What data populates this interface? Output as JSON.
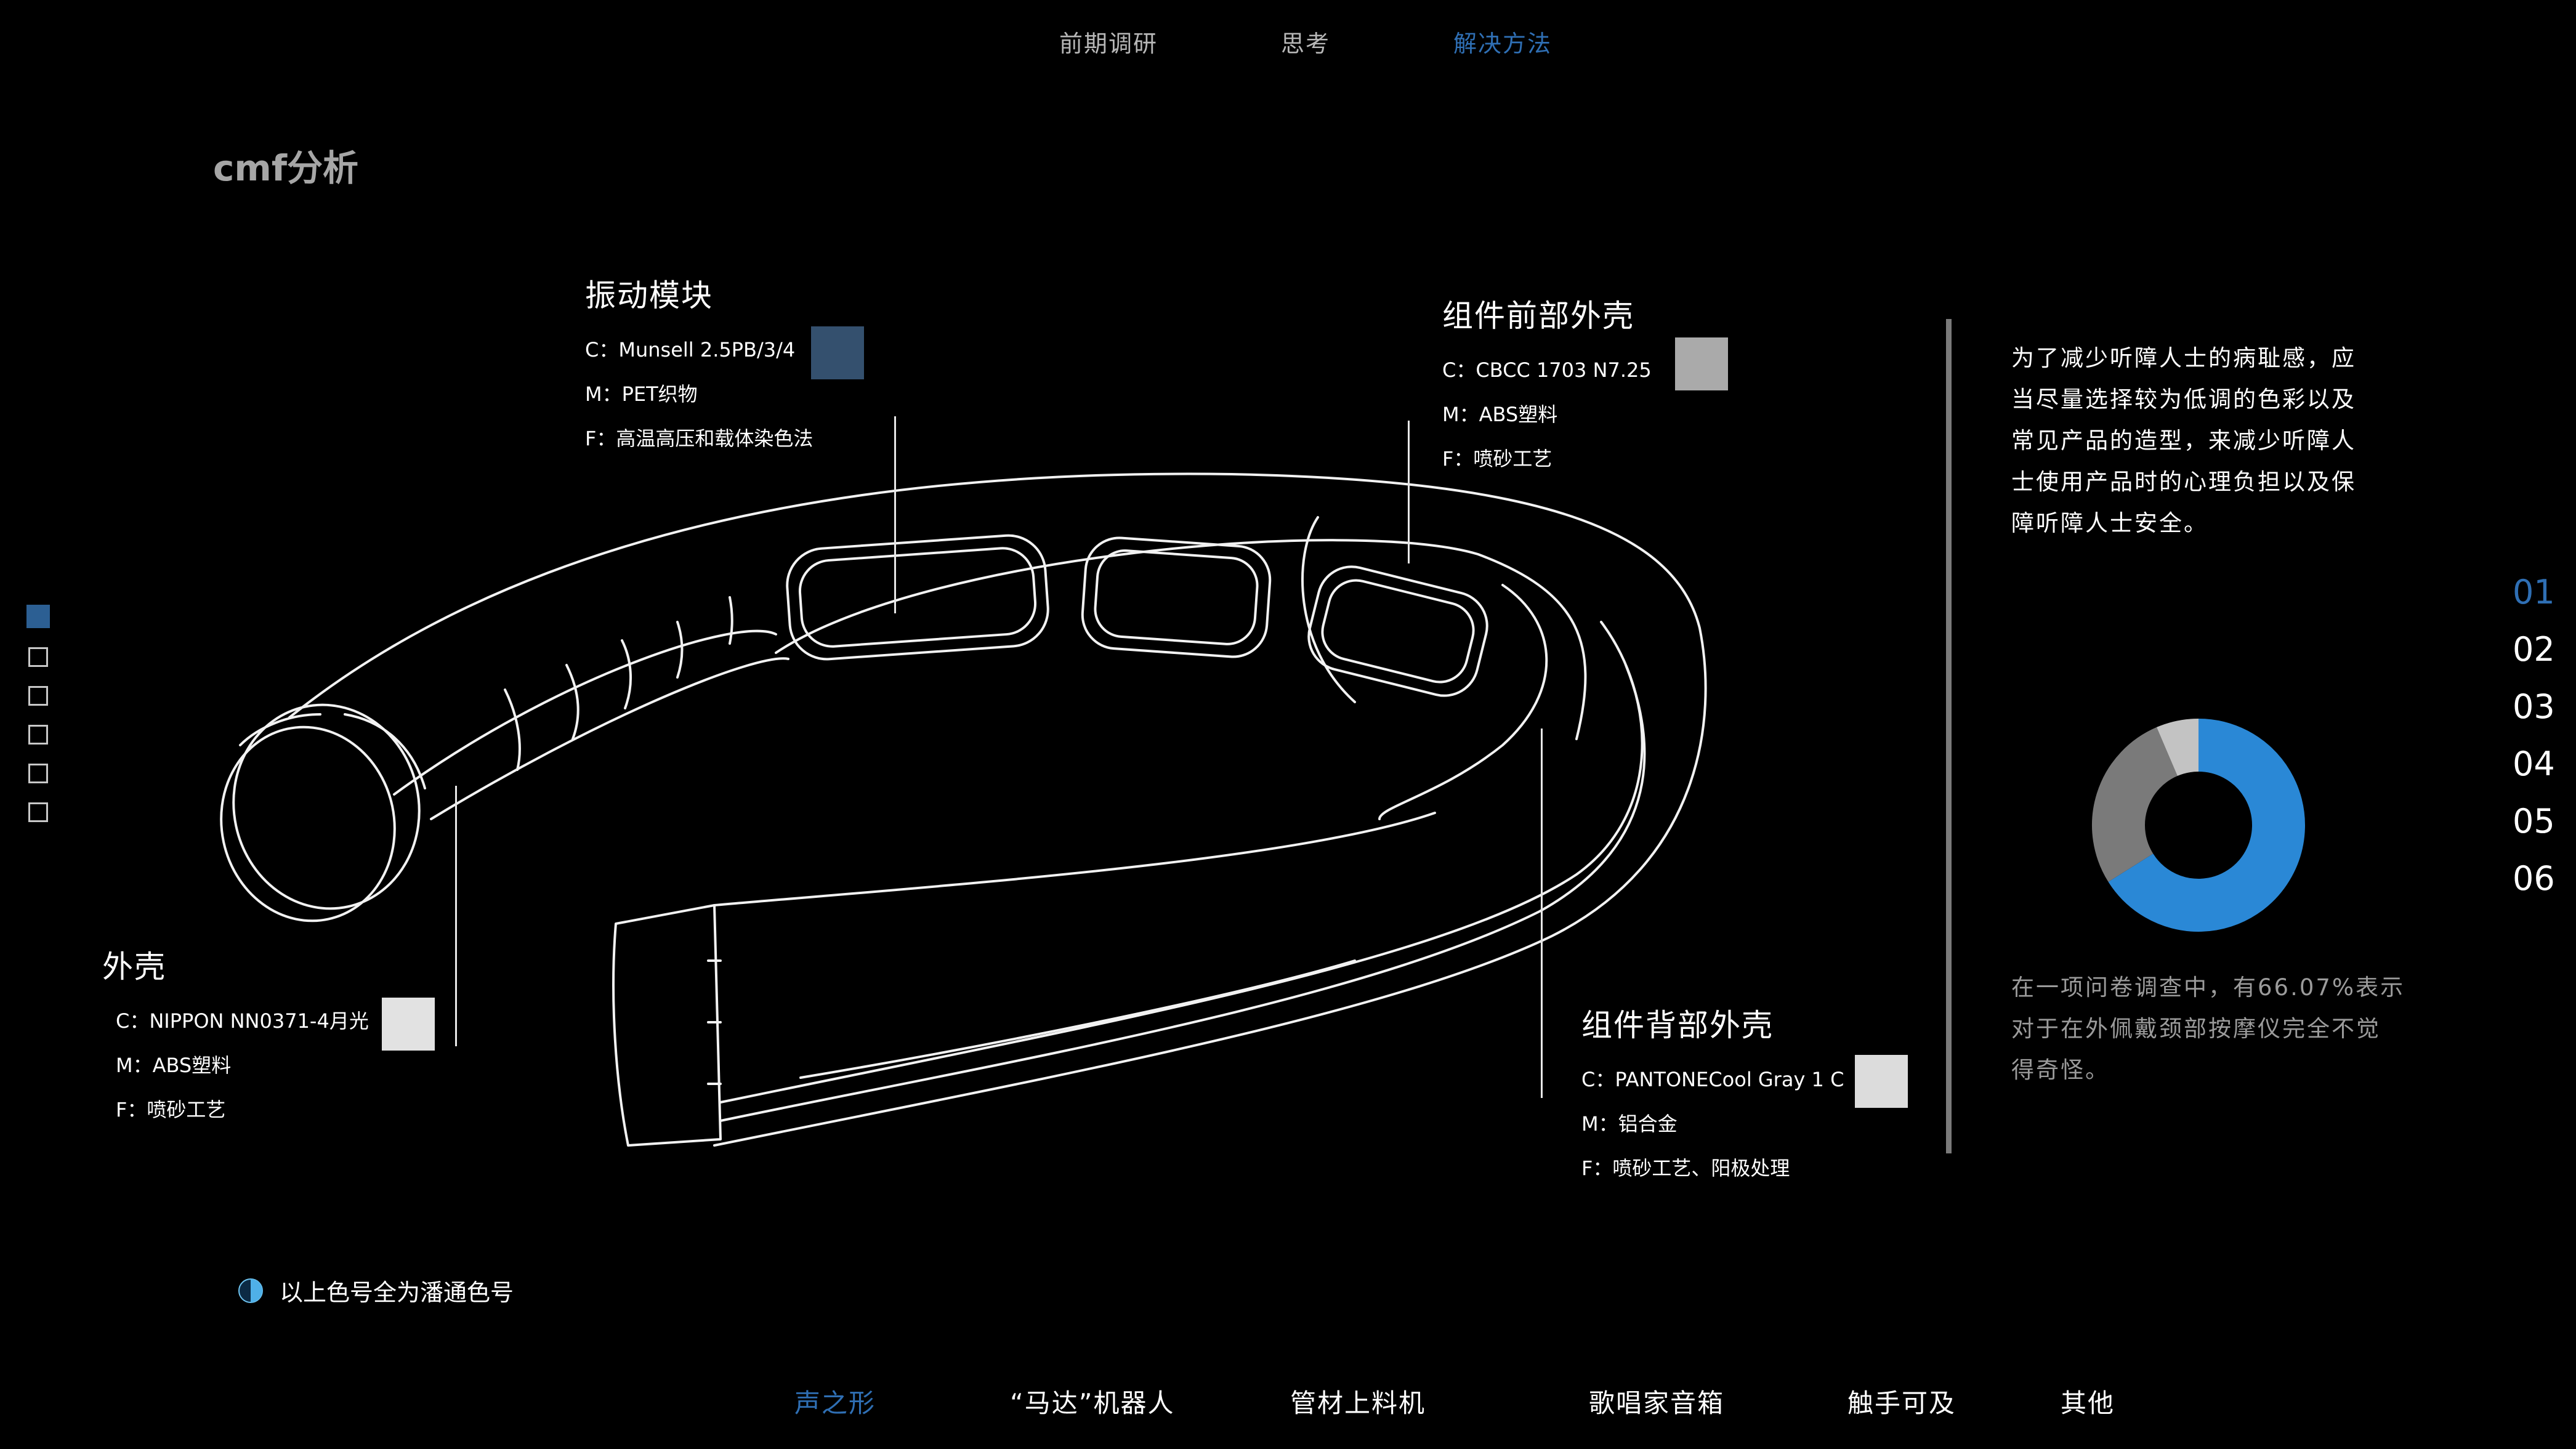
{
  "top_nav": [
    "前期调研",
    "思考",
    "解决方法"
  ],
  "section_title": "cmf分析",
  "side_indicator_count": 6,
  "components": {
    "vibration": {
      "title": "振动模块",
      "c": "C：Munsell 2.5PB/3/4",
      "m": "M：PET织物",
      "f": "F：高温高压和载体染色法",
      "swatch_color": "#34506e"
    },
    "front_shell": {
      "title": "组件前部外壳",
      "c": "C：CBCC 1703 N7.25",
      "m": "M：ABS塑料",
      "f": "F：喷砂工艺",
      "swatch_color": "#aaaaaa"
    },
    "shell": {
      "title": "外壳",
      "c": "C：NIPPON NN0371-4月光",
      "m": "M：ABS塑料",
      "f": "F：喷砂工艺",
      "swatch_color": "#e2e2e2"
    },
    "back_shell": {
      "title": "组件背部外壳",
      "c": "C：PANTONECool Gray 1 C",
      "m": "M：铝合金",
      "f": "F：喷砂工艺、阳极处理",
      "swatch_color": "#dcdcdc"
    }
  },
  "right_panel": {
    "description": [
      "为了减少听障人士的病耻感，应",
      "当尽量选择较为低调的色彩以及",
      "常见产品的造型，来减少听障人",
      "士使用产品时的心理负担以及保",
      "障听障人士安全。"
    ],
    "survey": [
      "在一项问卷调查中，有66.07%表示",
      "对于在外佩戴颈部按摩仪完全不觉",
      "得奇怪。"
    ]
  },
  "chart_data": {
    "type": "pie",
    "variant": "donut",
    "slices": [
      {
        "value": 66.07,
        "color": "#2a88d6"
      },
      {
        "value": 27.5,
        "color": "#7a7a7a"
      },
      {
        "value": 6.43,
        "color": "#c3c3c3"
      }
    ]
  },
  "page_numbers": [
    "01",
    "02",
    "03",
    "04",
    "05",
    "06"
  ],
  "bottom_nav": [
    "声之形",
    "“马达”机器人",
    "管材上料机",
    "歌唱家音箱",
    "触手可及",
    "其他"
  ],
  "footnote": "以上色号全为潘通色号",
  "colors": {
    "accent": "#2f6fb4",
    "background": "#000000"
  }
}
